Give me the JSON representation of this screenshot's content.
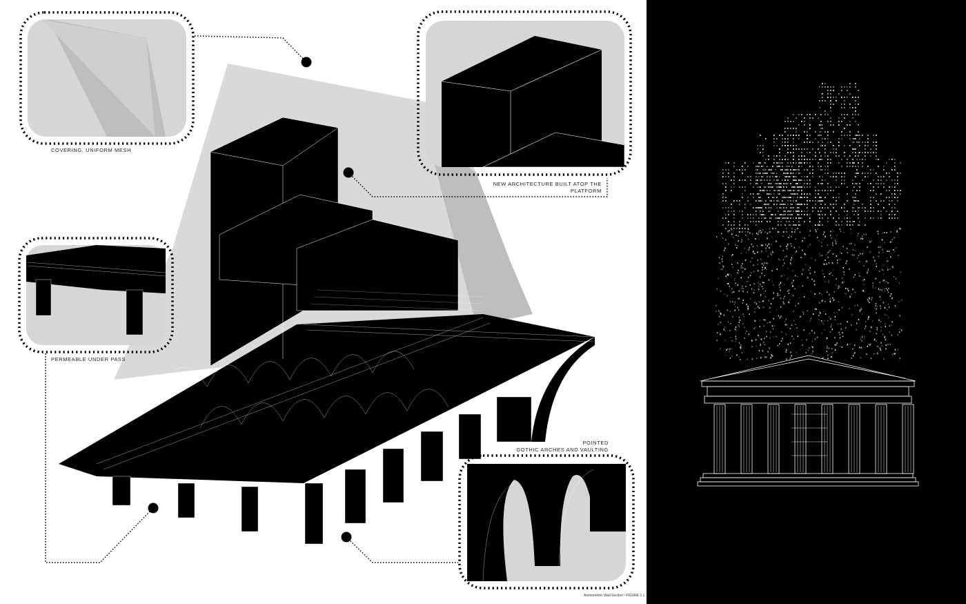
{
  "callouts": {
    "covering": "COVERING, UNIFORM MESH",
    "new_architecture_line1": "NEW ARCHITECTURE BUILT ATOP THE",
    "new_architecture_line2": "PLATFORM",
    "underpass": "PERMEABLE UNDER PASS",
    "gothic_line1": "POINTED",
    "gothic_line2": "GOTHIC ARCHES AND VAULTING"
  },
  "figure_caption": "Axonometric Wall Section - FIGURE 1.1",
  "colors": {
    "ink": "#000000",
    "paper": "#ffffff",
    "mesh_light": "#d6d6d6",
    "mesh_dark": "#b5b5b5",
    "wire": "#ffffff"
  }
}
